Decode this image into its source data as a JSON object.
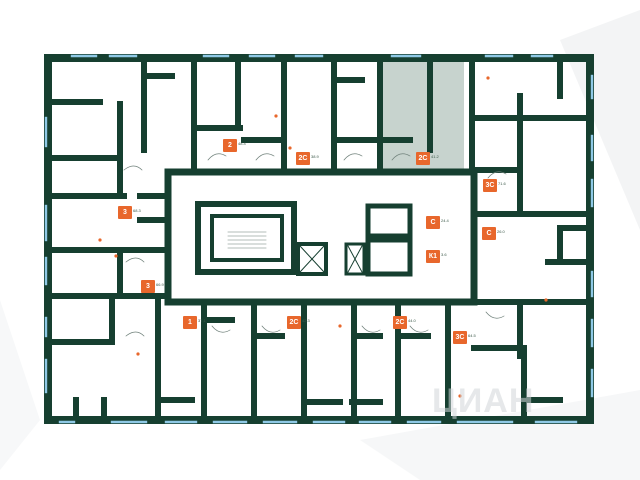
{
  "colors": {
    "wall": "#163f30",
    "window": "#8fc9e6",
    "highlight": "#c7d3ce",
    "badge": "#e8672c",
    "background": "#ffffff",
    "shade": "#eef0f1"
  },
  "apartments": [
    {
      "id": "apt-top-2",
      "label": "2",
      "info": "48.4"
    },
    {
      "id": "apt-top-2c-a",
      "label": "2С",
      "info": "38.9"
    },
    {
      "id": "apt-top-2c-b",
      "label": "2С",
      "info": "41.2"
    },
    {
      "id": "apt-left-3-top",
      "label": "3",
      "info": "68.3"
    },
    {
      "id": "apt-left-3-bottom",
      "label": "3",
      "info": "66.9"
    },
    {
      "id": "apt-right-3c-top",
      "label": "3С",
      "info": "71.6"
    },
    {
      "id": "apt-right-c-a",
      "label": "С",
      "info": "24.4"
    },
    {
      "id": "apt-right-c-b",
      "label": "С",
      "info": "26.0"
    },
    {
      "id": "apt-right-k1",
      "label": "К1",
      "info": "3.6"
    },
    {
      "id": "apt-bottom-1",
      "label": "1",
      "info": "37.1"
    },
    {
      "id": "apt-bottom-2c-a",
      "label": "2С",
      "info": "42.3"
    },
    {
      "id": "apt-bottom-2c-b",
      "label": "2С",
      "info": "44.0"
    },
    {
      "id": "apt-bottom-3c",
      "label": "3С",
      "info": "64.5"
    }
  ],
  "watermark": "ЦИАН"
}
